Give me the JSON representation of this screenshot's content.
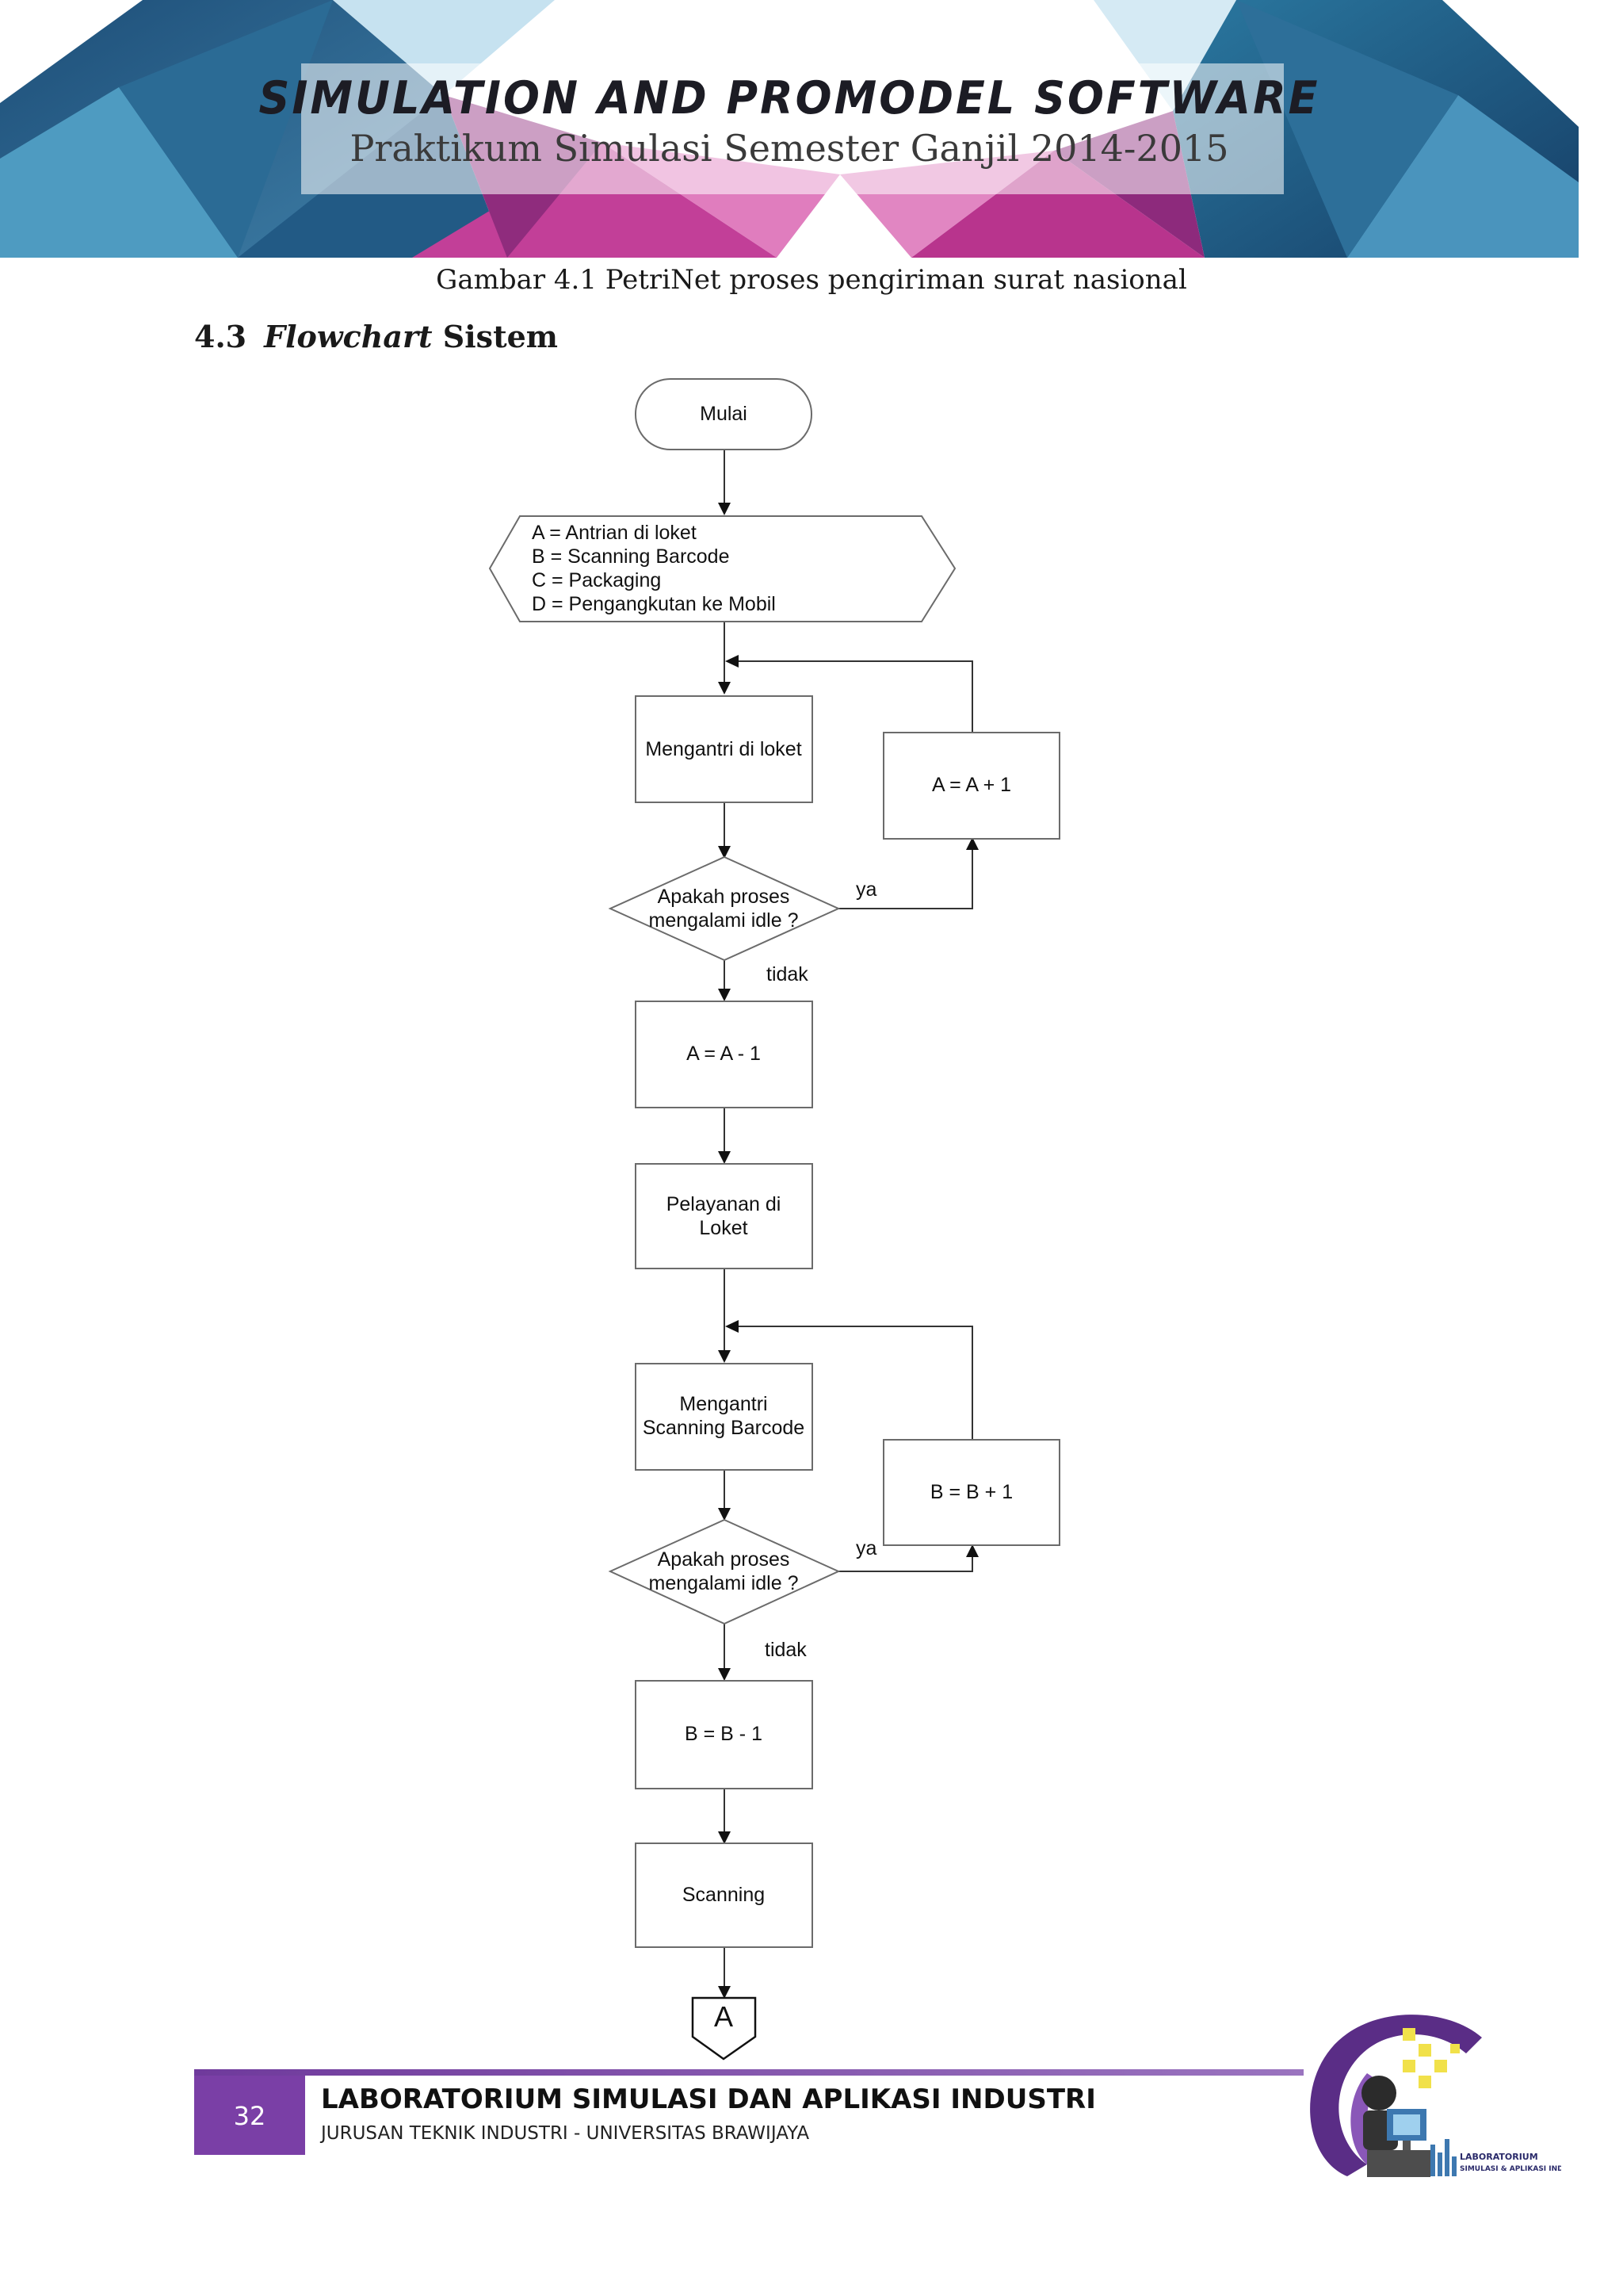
{
  "header": {
    "title": "SIMULATION AND PROMODEL SOFTWARE",
    "subtitle": "Praktikum Simulasi Semester Ganjil 2014-2015"
  },
  "caption": "Gambar 4.1 PetriNet proses pengiriman surat nasional",
  "section": {
    "number": "4.3",
    "title_italic": "Flowchart",
    "title_rest": " Sistem"
  },
  "flowchart": {
    "start": "Mulai",
    "definitions": [
      "A = Antrian di loket",
      "B = Scanning Barcode",
      "C = Packaging",
      "D = Pengangkutan ke Mobil"
    ],
    "queue_loket": "Mengantri di loket",
    "increment_a": "A = A + 1",
    "decision_1": [
      "Apakah proses",
      "mengalami idle ?"
    ],
    "yes_1": "ya",
    "no_1": "tidak",
    "decrement_a": "A = A - 1",
    "service_loket": [
      "Pelayanan di",
      "Loket"
    ],
    "queue_scanning": [
      "Mengantri",
      "Scanning Barcode"
    ],
    "increment_b": "B = B + 1",
    "decision_2": [
      "Apakah proses",
      "mengalami idle ?"
    ],
    "yes_2": "ya",
    "no_2": "tidak",
    "decrement_b": "B = B - 1",
    "scanning": "Scanning",
    "connector": "A"
  },
  "footer": {
    "page_number": "32",
    "title": "LABORATORIUM SIMULASI DAN APLIKASI INDUSTRI",
    "subtitle": "JURUSAN TEKNIK INDUSTRI - UNIVERSITAS BRAWIJAYA",
    "logo_text": [
      "LABORATORIUM",
      "SIMULASI & APLIKASI INDUSTRI"
    ]
  },
  "colors": {
    "footer_purple": "#7a3fa6",
    "banner_teal": "#1f5f86",
    "banner_magenta": "#b0338f"
  }
}
